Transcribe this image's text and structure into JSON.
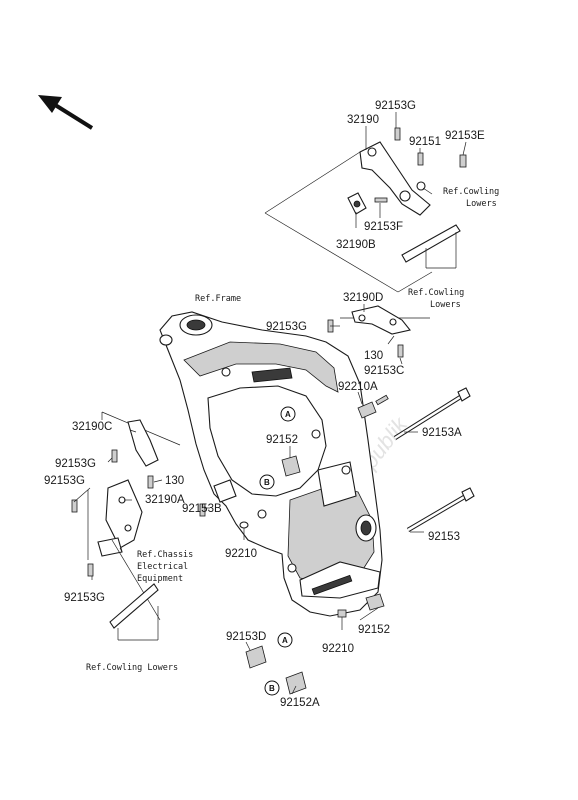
{
  "parts": {
    "p92153G_top": "92153G",
    "p32190": "32190",
    "p92151": "92151",
    "p92153E": "92153E",
    "p92153F": "92153F",
    "p32190B": "32190B",
    "p32190D": "32190D",
    "p92153G_mid": "92153G",
    "p130_right": "130",
    "p92153C": "92153C",
    "p92210A": "92210A",
    "p92153A": "92153A",
    "p92152_mid": "92152",
    "p32190C": "32190C",
    "p92153G_left": "92153G",
    "p130_left": "130",
    "p92153G_left2": "92153G",
    "p32190A": "32190A",
    "p92153B": "92153B",
    "p92210_left": "92210",
    "p92153": "92153",
    "p92153G_bottom": "92153G",
    "p92152_right": "92152",
    "p92210_bottom": "92210",
    "p92153D": "92153D",
    "p92152A": "92152A"
  },
  "refs": {
    "frame": "Ref.Frame",
    "cowling_1": "Ref.Cowling",
    "cowling_1b": "Lowers",
    "cowling_2": "Ref.Cowling",
    "cowling_2b": "Lowers",
    "chassis_1": "Ref.Chassis",
    "chassis_2": "Electrical",
    "chassis_3": "Equipment",
    "cowling_bottom": "Ref.Cowling Lowers"
  },
  "markers": {
    "a": "A",
    "b": "B"
  },
  "watermark": "PartsRepublik"
}
